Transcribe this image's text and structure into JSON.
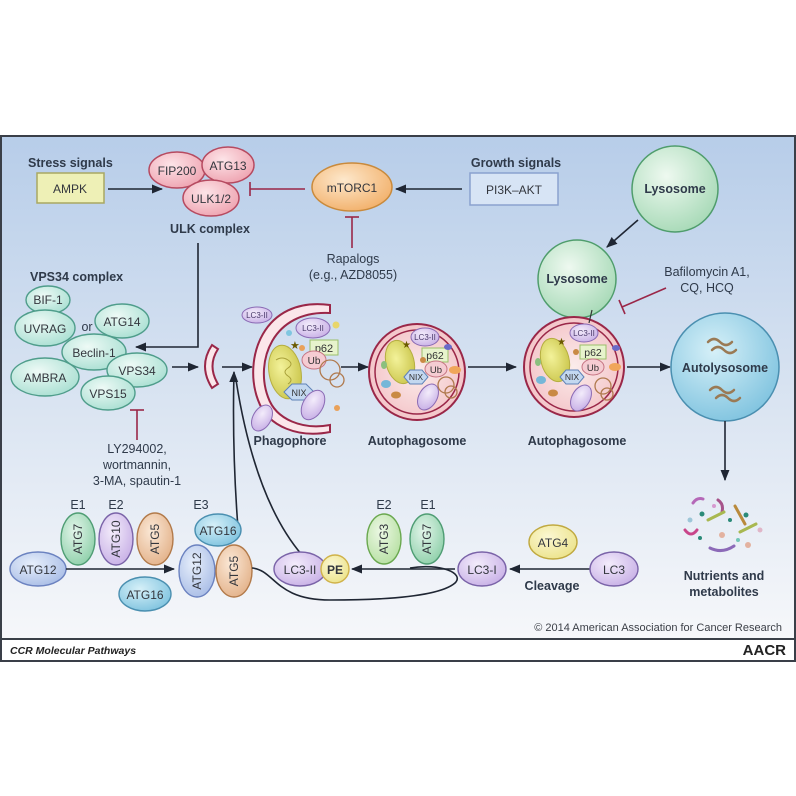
{
  "figure": {
    "footer_left": "CCR Molecular Pathways",
    "footer_right": "AACR",
    "copyright": "© 2014 American Association for Cancer Research"
  },
  "colors": {
    "panel_bg_top": "#b7cde9",
    "panel_bg_bottom": "#f4f6fa",
    "ulk_pink": "#f2b5bf",
    "vps_teal": "#c7ece3",
    "lysosome_green": "#bfe5cc",
    "mtorc1_orange": "#f7c48a",
    "ampk_yellow": "#eef0b6",
    "pi3k_blue": "#d7e4f5",
    "inhibit_red": "#9a2748",
    "autolysosome_blue": "#9fd6ea",
    "lc3_purple": "#d9c8ee",
    "pe_yellow": "#f8e08a"
  },
  "top": {
    "stress_signals": "Stress signals",
    "ampk": "AMPK",
    "fip200": "FIP200",
    "atg13": "ATG13",
    "ulk12": "ULK1/2",
    "ulk_complex": "ULK complex",
    "mtorc1": "mTORC1",
    "growth_signals": "Growth signals",
    "pi3k_akt": "PI3K–AKT",
    "rapalogs_line1": "Rapalogs",
    "rapalogs_line2": "(e.g., AZD8055)"
  },
  "vps34": {
    "title": "VPS34 complex",
    "bif1": "BIF-1",
    "uvrag": "UVRAG",
    "or": "or",
    "atg14": "ATG14",
    "beclin1": "Beclin-1",
    "ambra": "AMBRA",
    "vps34": "VPS34",
    "vps15": "VPS15",
    "inhibitors": [
      "LY294002,",
      "wortmannin,",
      "3-MA, spautin-1"
    ]
  },
  "lysosome": {
    "top": "Lysosome",
    "fusing": "Lysosome",
    "inhibitors": [
      "Bafilomycin A1,",
      "CQ, HCQ"
    ]
  },
  "stages": {
    "phagophore": "Phagophore",
    "autophagosome1": "Autophagosome",
    "autophagosome2": "Autophagosome",
    "autolysosome": "Autolysosome",
    "nutrients": [
      "Nutrients and",
      "metabolites"
    ]
  },
  "cargo": {
    "lc3ii": "LC3-II",
    "p62": "p62",
    "ub": "Ub",
    "nix": "NIX"
  },
  "conjugation": {
    "e1": "E1",
    "e2": "E2",
    "e3": "E3",
    "atg7": "ATG7",
    "atg10": "ATG10",
    "atg5": "ATG5",
    "atg12": "ATG12",
    "atg16": "ATG16",
    "atg3": "ATG3",
    "atg4": "ATG4",
    "lc3": "LC3",
    "lc3i": "LC3-I",
    "lc3ii": "LC3-II",
    "pe": "PE",
    "cleavage": "Cleavage"
  }
}
